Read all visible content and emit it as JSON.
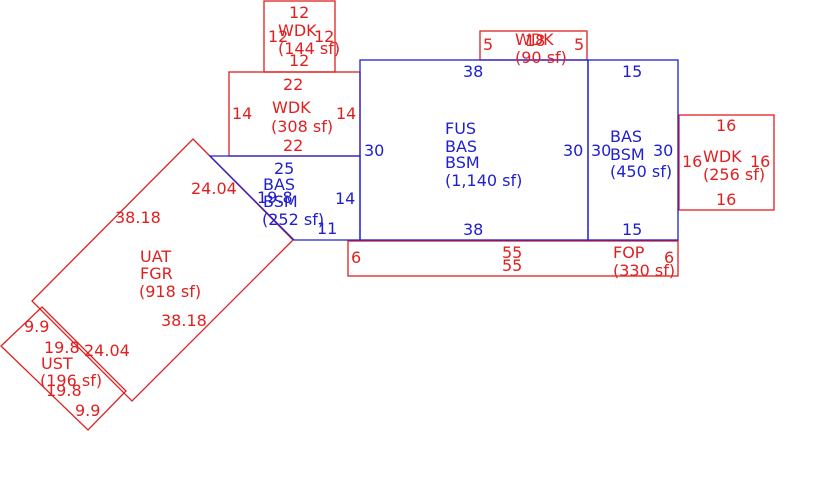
{
  "colors": {
    "red": "#e02020",
    "blue": "#2020d0",
    "background": "#ffffff"
  },
  "areas": {
    "wdk_small": {
      "code": "WDK",
      "area": "(144 sf)",
      "top": "12",
      "left": "12",
      "right": "12",
      "bottom": "12"
    },
    "wdk_308": {
      "code": "WDK",
      "area": "(308 sf)",
      "top": "22",
      "left": "14",
      "right": "14",
      "bottom": "22"
    },
    "wdk_top": {
      "code": "WDK",
      "area": "(90 sf)",
      "mark": "18",
      "left": "5",
      "right": "5"
    },
    "fus": {
      "line1": "FUS",
      "line2": "BAS",
      "line3": "BSM",
      "area": "(1,140 sf)",
      "top": "38",
      "bottom": "38",
      "left": "30",
      "right": "30"
    },
    "bas_right": {
      "line1": "BAS",
      "line2": "BSM",
      "area": "(450 sf)",
      "top": "15",
      "bottom": "15",
      "left": "30",
      "right": "30"
    },
    "wdk_right": {
      "code": "WDK",
      "area": "(256 sf)",
      "top": "16",
      "bottom": "16",
      "left": "16",
      "right": "16"
    },
    "bas_left": {
      "line1": "BAS",
      "line2": "BSM",
      "area": "(252 sf)",
      "top": "25",
      "side": "14",
      "bottom": "11",
      "diag": "19.8"
    },
    "fop": {
      "code": "FOP",
      "area": "(330 sf)",
      "top": "55",
      "bottom": "55",
      "left": "6",
      "right": "6"
    },
    "uat": {
      "line1": "UAT",
      "line2": "FGR",
      "area": "(918 sf)",
      "top": "24.04",
      "left": "38.18",
      "right": "38.18",
      "bottom": "24.04"
    },
    "ust": {
      "code": "UST",
      "area": "(196 sf)",
      "top": "9.9",
      "bottom": "9.9",
      "upper": "19.8",
      "lower": "19.8"
    }
  }
}
